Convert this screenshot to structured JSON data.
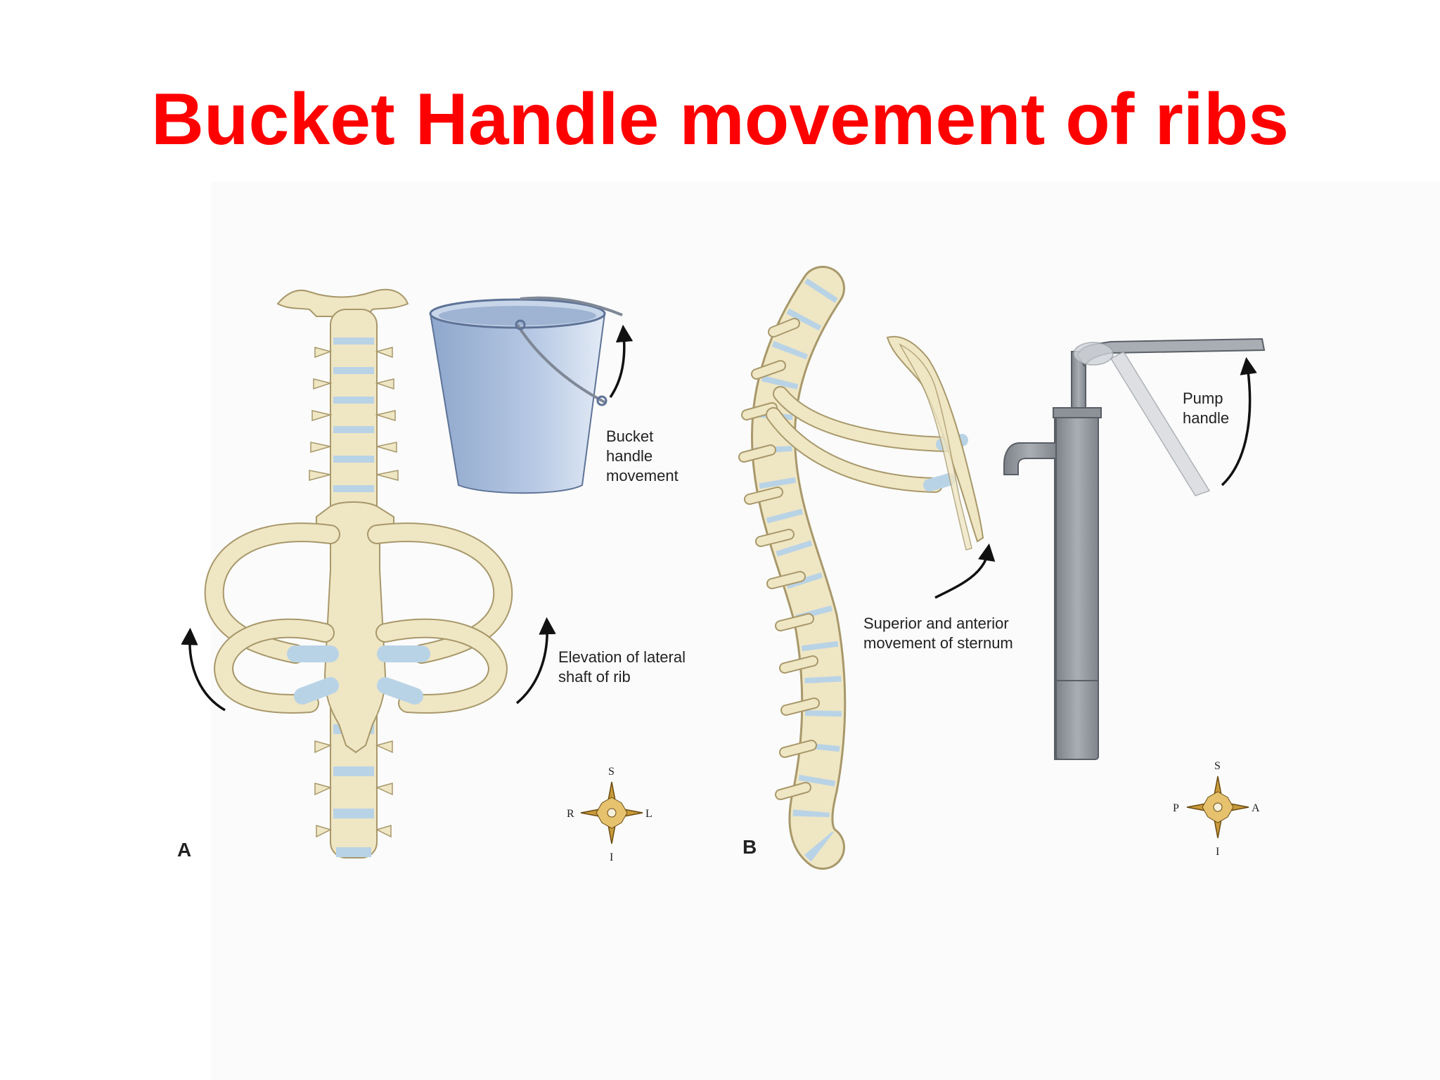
{
  "title": "Bucket Handle movement of ribs",
  "panel_a": {
    "letter": "A",
    "bucket_label": [
      "Bucket",
      "handle",
      "movement"
    ],
    "rib_label": [
      "Elevation of lateral",
      "shaft of rib"
    ],
    "compass": {
      "top": "S",
      "bottom": "I",
      "left": "R",
      "right": "L"
    }
  },
  "panel_b": {
    "letter": "B",
    "pump_label": [
      "Pump",
      "handle"
    ],
    "sternum_label": [
      "Superior and anterior",
      "movement of sternum"
    ],
    "compass": {
      "top": "S",
      "bottom": "I",
      "left": "P",
      "right": "A"
    }
  },
  "colors": {
    "title": "#ff0000",
    "bone": "#efe6c4",
    "bone_outline": "#a8986a",
    "cartilage": "#b9d3e6",
    "bucket": "#9fb6d6",
    "pump": "#9a9ea4"
  }
}
